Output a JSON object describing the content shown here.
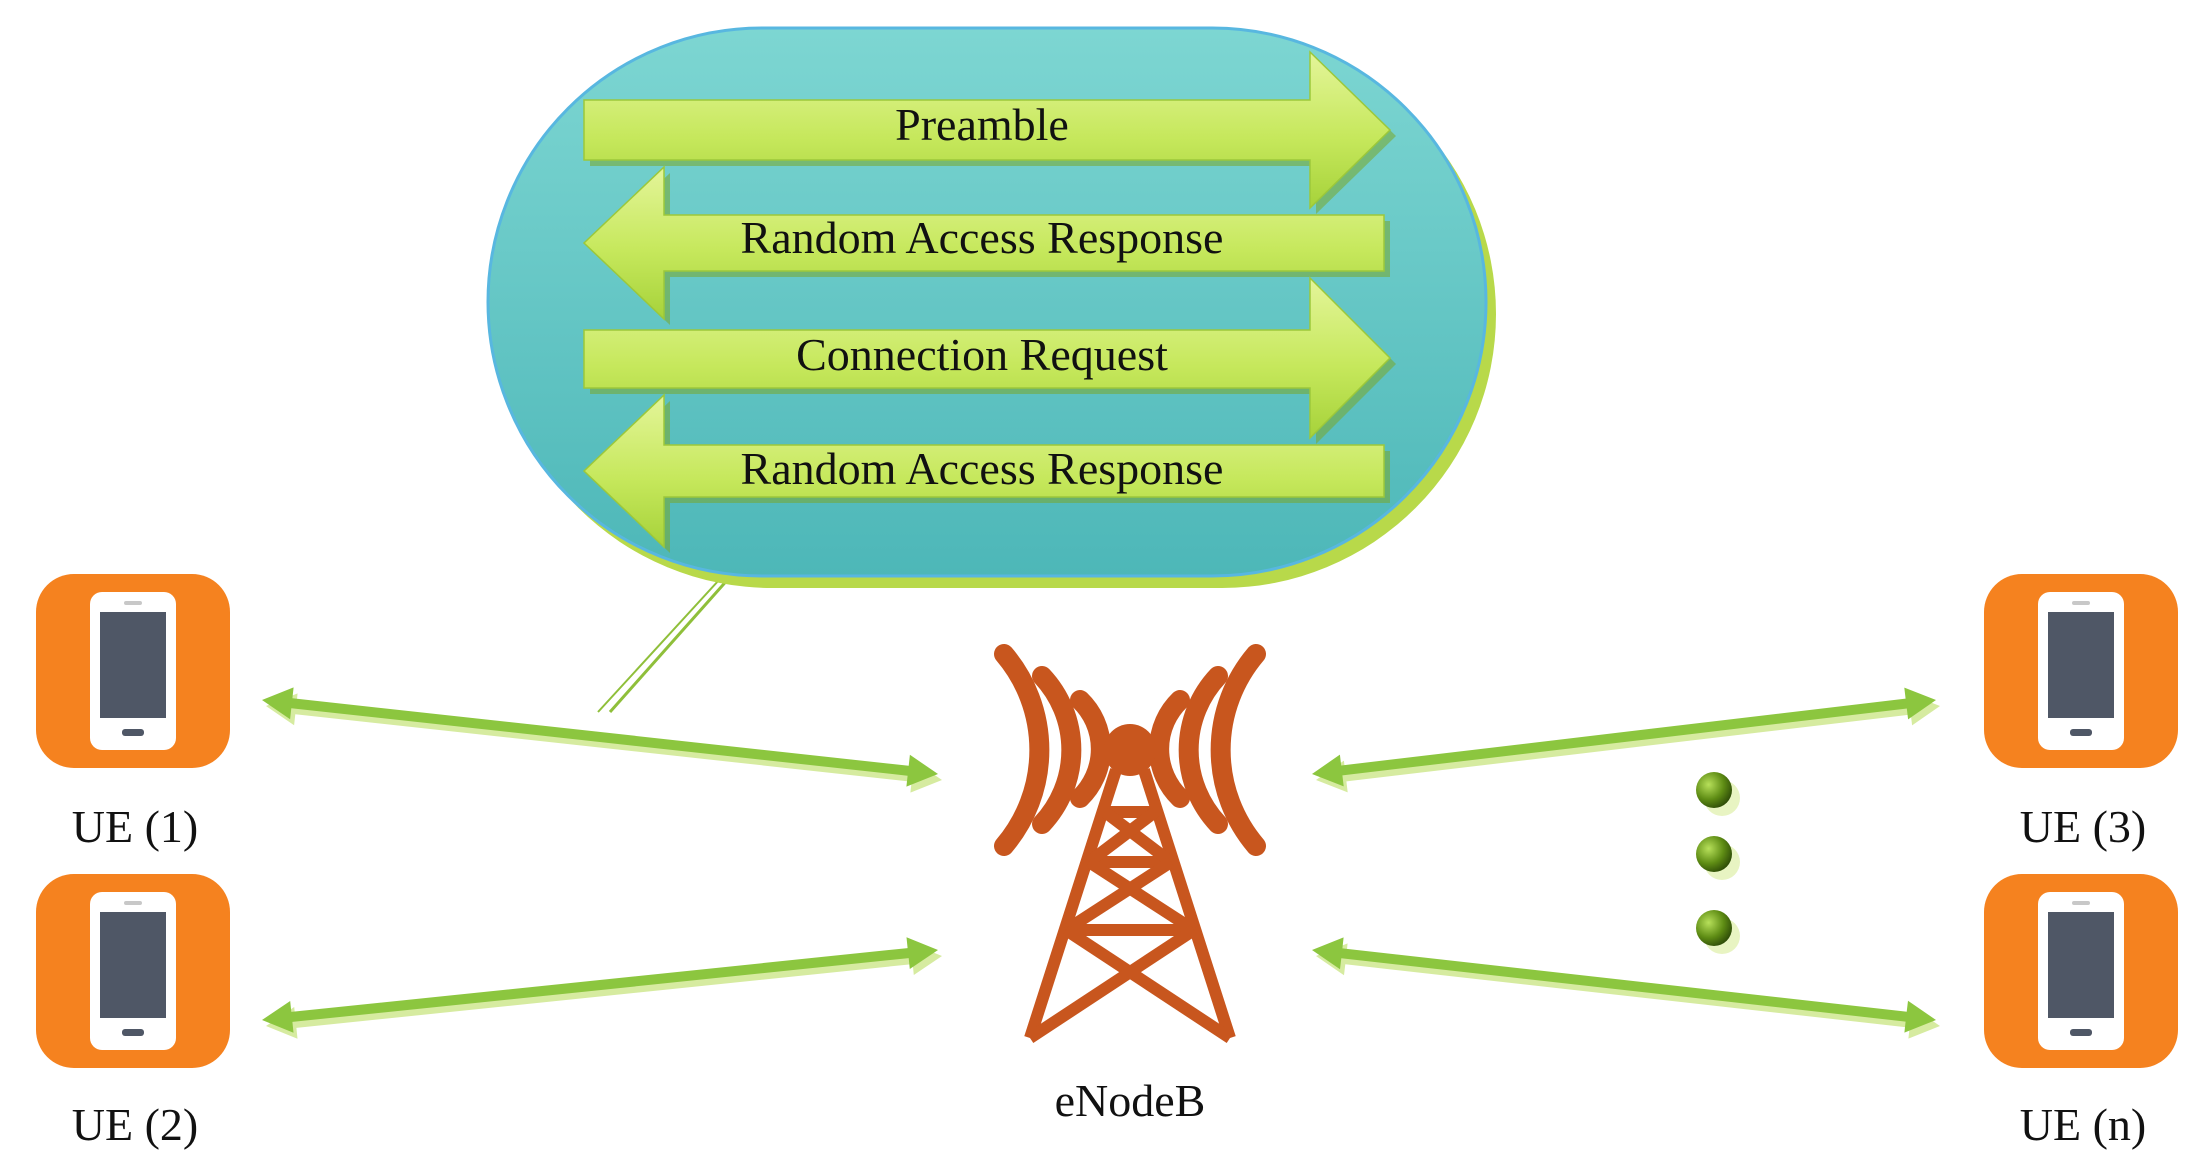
{
  "messages": [
    {
      "label": "Preamble",
      "direction": "right"
    },
    {
      "label": "Random Access Response",
      "direction": "left"
    },
    {
      "label": "Connection Request",
      "direction": "right"
    },
    {
      "label": "Random Access Response",
      "direction": "left"
    }
  ],
  "devices": {
    "ue1": "UE (1)",
    "ue2": "UE (2)",
    "ue3": "UE (3)",
    "uen": "UE (n)"
  },
  "base_station": {
    "label": "eNodeB",
    "icon": "cell-tower-icon"
  },
  "colors": {
    "bubble": "#5cc2c2",
    "arrow": "#c9e860",
    "phone": "#f5821f",
    "tower": "#c8561e",
    "link": "#8cc63f",
    "dot": "#4f7a10"
  }
}
